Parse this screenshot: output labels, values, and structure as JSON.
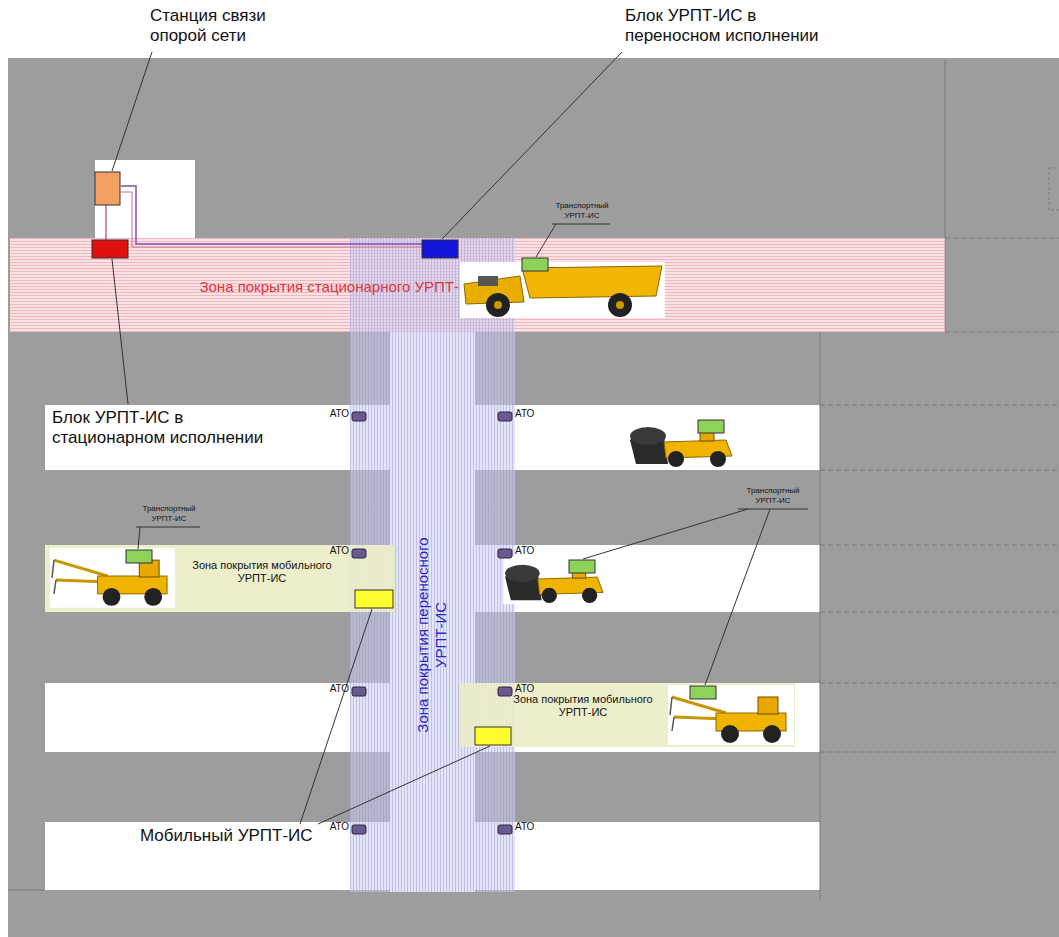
{
  "diagram": {
    "nodes": [
      {
        "text": [
          "Зона покрытия стационарного УРПТ-ИС"
        ]
      },
      {
        "text": [
          "Зона покрытия переносного УРПТ-ИС"
        ]
      },
      {
        "text": [
          "Зона покрытия мобильного УРПТ-ИС"
        ]
      },
      {
        "text": [
          "Зона покрытия мобильного УРПТ-ИС"
        ]
      }
    ],
    "labels": [
      "Станция связи опорой сети",
      "Блок УРПТ-ИС в переносном исполнении",
      "Транспортный УРПТ-ИС",
      "Блок УРПТ-ИС в стационарном исполнении",
      "АТО",
      "АТО",
      "Транспортный УРПТ-ИС",
      "АТО",
      "АТО",
      "Транспортный УРПТ-ИС",
      "АТО",
      "АТО",
      "АТО",
      "АТО",
      "Мобильный УРПТ-ИС"
    ]
  }
}
